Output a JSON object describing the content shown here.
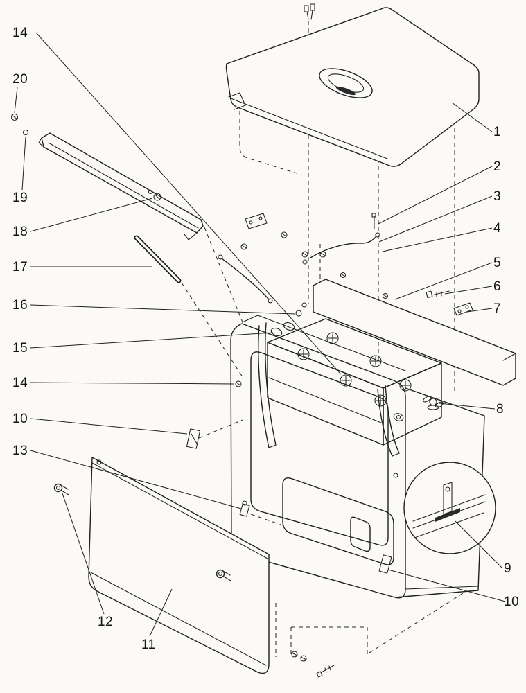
{
  "figure": {
    "kind": "exploded-parts-diagram"
  },
  "colors": {
    "line": "#1f1f1f",
    "paper": "#fbfaf7"
  },
  "callouts": [
    {
      "label": "14"
    },
    {
      "label": "20"
    },
    {
      "label": "19"
    },
    {
      "label": "18"
    },
    {
      "label": "17"
    },
    {
      "label": "16"
    },
    {
      "label": "15"
    },
    {
      "label": "14"
    },
    {
      "label": "10"
    },
    {
      "label": "13"
    },
    {
      "label": "12"
    },
    {
      "label": "11"
    },
    {
      "label": "1"
    },
    {
      "label": "2"
    },
    {
      "label": "3"
    },
    {
      "label": "4"
    },
    {
      "label": "5"
    },
    {
      "label": "6"
    },
    {
      "label": "7"
    },
    {
      "label": "8"
    },
    {
      "label": "9"
    },
    {
      "label": "10"
    }
  ]
}
